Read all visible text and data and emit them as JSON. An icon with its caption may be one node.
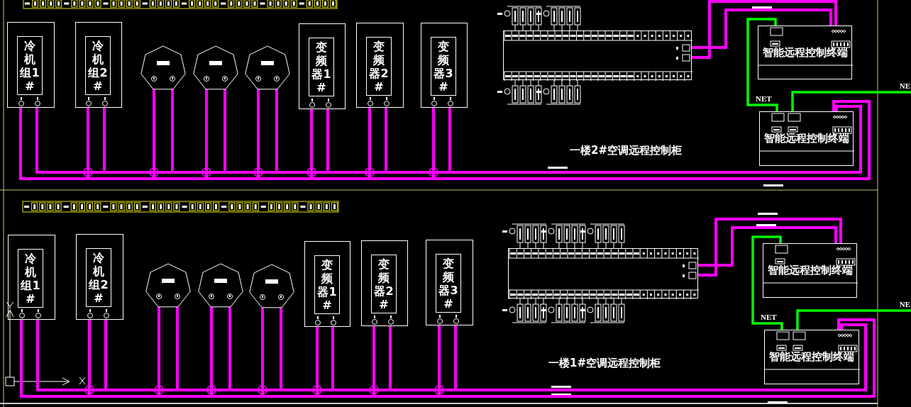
{
  "diagram": {
    "nodes": [
      {
        "text": [
          "冷机组1#"
        ]
      },
      {
        "text": [
          "冷机组2#"
        ]
      },
      {
        "text": [],
        "shape": "heptagon"
      },
      {
        "text": [],
        "shape": "heptagon"
      },
      {
        "text": [],
        "shape": "heptagon"
      },
      {
        "text": [
          "变频器1#"
        ]
      },
      {
        "text": [
          "变频器2#"
        ]
      },
      {
        "text": [
          "变频器3#"
        ]
      },
      {
        "text": [],
        "shape": "box"
      },
      {
        "text": [
          "智能远程控制终端"
        ]
      },
      {
        "text": [
          "智能远程控制终端"
        ]
      },
      {
        "text": [
          "冷机组1#"
        ]
      },
      {
        "text": [
          "冷机组2#"
        ]
      },
      {
        "text": [],
        "shape": "heptagon"
      },
      {
        "text": [],
        "shape": "heptagon"
      },
      {
        "text": [],
        "shape": "heptagon"
      },
      {
        "text": [
          "变频器1#"
        ]
      },
      {
        "text": [
          "变频器2#"
        ]
      },
      {
        "text": [
          "变频器3#"
        ]
      },
      {
        "text": [],
        "shape": "box"
      },
      {
        "text": [
          "智能远程控制终端"
        ]
      },
      {
        "text": [
          "智能远程控制终端"
        ]
      }
    ],
    "edges": [
      {
        "from": 0,
        "to": 10,
        "arrow": "none"
      },
      {
        "from": 1,
        "to": 10,
        "arrow": "none"
      },
      {
        "from": 2,
        "to": 10,
        "arrow": "none"
      },
      {
        "from": 3,
        "to": 10,
        "arrow": "none"
      },
      {
        "from": 4,
        "to": 10,
        "arrow": "none"
      },
      {
        "from": 5,
        "to": 10,
        "arrow": "none"
      },
      {
        "from": 6,
        "to": 10,
        "arrow": "none"
      },
      {
        "from": 7,
        "to": 10,
        "arrow": "none"
      },
      {
        "from": 8,
        "to": 9,
        "arrow": "none"
      },
      {
        "from": 9,
        "to": 10,
        "arrow": "none",
        "label": "NET",
        "color": "#00ff00"
      },
      {
        "from": 10,
        "to": null,
        "arrow": "none",
        "label": "NE",
        "color": "#00ff00"
      },
      {
        "from": 11,
        "to": 21,
        "arrow": "none"
      },
      {
        "from": 12,
        "to": 21,
        "arrow": "none"
      },
      {
        "from": 13,
        "to": 21,
        "arrow": "none"
      },
      {
        "from": 14,
        "to": 21,
        "arrow": "none"
      },
      {
        "from": 15,
        "to": 21,
        "arrow": "none"
      },
      {
        "from": 16,
        "to": 21,
        "arrow": "none"
      },
      {
        "from": 17,
        "to": 21,
        "arrow": "none"
      },
      {
        "from": 18,
        "to": 21,
        "arrow": "none"
      },
      {
        "from": 19,
        "to": 20,
        "arrow": "none"
      },
      {
        "from": 20,
        "to": 21,
        "arrow": "none",
        "label": "NET",
        "color": "#00ff00"
      },
      {
        "from": 21,
        "to": null,
        "arrow": "none",
        "label": "NE",
        "color": "#00ff00"
      }
    ],
    "labels": [
      "一楼2#空调远程控制柜",
      "一楼1#空调远程控制柜"
    ]
  }
}
